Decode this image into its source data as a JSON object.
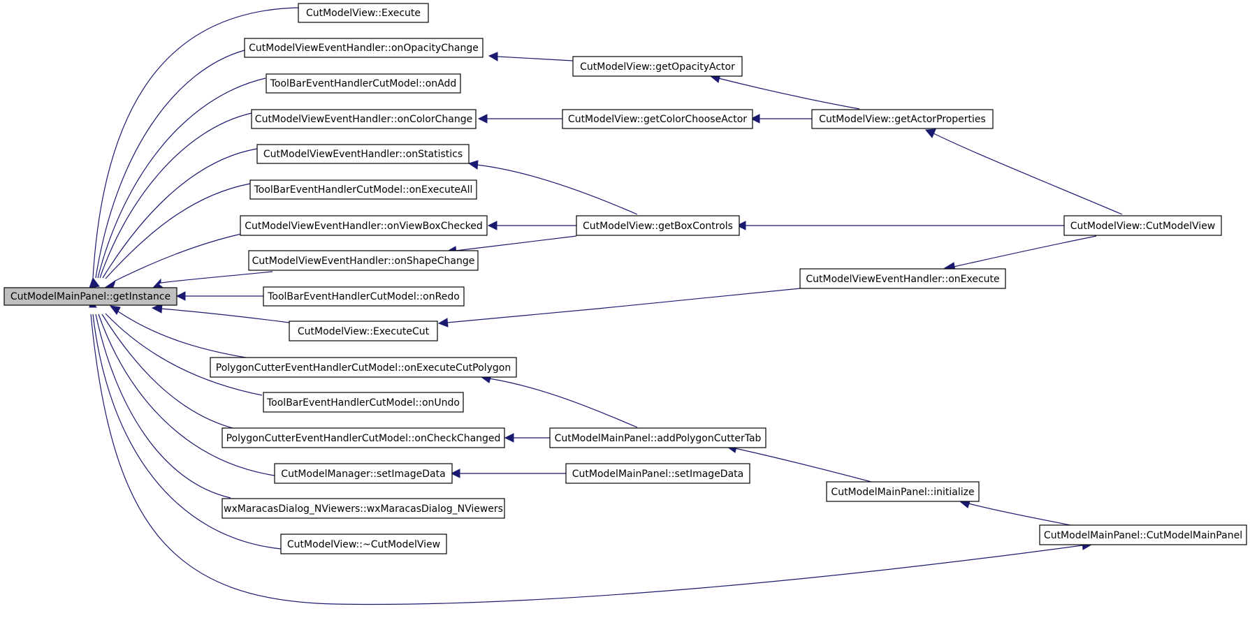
{
  "graph": {
    "colors": {
      "edge": "#191970",
      "root_fill": "#bfbfbf",
      "node_fill": "#ffffff",
      "node_stroke": "#000000"
    },
    "nodes": {
      "root": "CutModelMainPanel::getInstance",
      "execute": "CutModelView::Execute",
      "onOpacityChange": "CutModelViewEventHandler::onOpacityChange",
      "onAdd": "ToolBarEventHandlerCutModel::onAdd",
      "onColorChange": "CutModelViewEventHandler::onColorChange",
      "onStatistics": "CutModelViewEventHandler::onStatistics",
      "onExecuteAll": "ToolBarEventHandlerCutModel::onExecuteAll",
      "onViewBoxChecked": "CutModelViewEventHandler::onViewBoxChecked",
      "onShapeChange": "CutModelViewEventHandler::onShapeChange",
      "onRedo": "ToolBarEventHandlerCutModel::onRedo",
      "executeCut": "CutModelView::ExecuteCut",
      "onExecuteCutPolygon": "PolygonCutterEventHandlerCutModel::onExecuteCutPolygon",
      "onUndo": "ToolBarEventHandlerCutModel::onUndo",
      "onCheckChanged": "PolygonCutterEventHandlerCutModel::onCheckChanged",
      "mgrSetImageData": "CutModelManager::setImageData",
      "wxMaracas": "wxMaracasDialog_NViewers::wxMaracasDialog_NViewers",
      "destructor": "CutModelView::~CutModelView",
      "getOpacityActor": "CutModelView::getOpacityActor",
      "getColorChooseActor": "CutModelView::getColorChooseActor",
      "getBoxControls": "CutModelView::getBoxControls",
      "addPolygonCutterTab": "CutModelMainPanel::addPolygonCutterTab",
      "panelSetImageData": "CutModelMainPanel::setImageData",
      "getActorProperties": "CutModelView::getActorProperties",
      "onExecute": "CutModelViewEventHandler::onExecute",
      "initialize": "CutModelMainPanel::initialize",
      "cutModelView": "CutModelView::CutModelView",
      "cutModelMainPanel": "CutModelMainPanel::CutModelMainPanel"
    },
    "edges": [
      [
        "execute",
        "root"
      ],
      [
        "onOpacityChange",
        "root"
      ],
      [
        "onAdd",
        "root"
      ],
      [
        "onColorChange",
        "root"
      ],
      [
        "onStatistics",
        "root"
      ],
      [
        "onExecuteAll",
        "root"
      ],
      [
        "onViewBoxChecked",
        "root"
      ],
      [
        "onShapeChange",
        "root"
      ],
      [
        "onRedo",
        "root"
      ],
      [
        "executeCut",
        "root"
      ],
      [
        "onExecuteCutPolygon",
        "root"
      ],
      [
        "onUndo",
        "root"
      ],
      [
        "onCheckChanged",
        "root"
      ],
      [
        "mgrSetImageData",
        "root"
      ],
      [
        "wxMaracas",
        "root"
      ],
      [
        "destructor",
        "root"
      ],
      [
        "cutModelMainPanel",
        "root"
      ],
      [
        "getOpacityActor",
        "onOpacityChange"
      ],
      [
        "getColorChooseActor",
        "onColorChange"
      ],
      [
        "getBoxControls",
        "onStatistics"
      ],
      [
        "getBoxControls",
        "onViewBoxChecked"
      ],
      [
        "getBoxControls",
        "onShapeChange"
      ],
      [
        "onExecute",
        "executeCut"
      ],
      [
        "addPolygonCutterTab",
        "onExecuteCutPolygon"
      ],
      [
        "addPolygonCutterTab",
        "onCheckChanged"
      ],
      [
        "panelSetImageData",
        "mgrSetImageData"
      ],
      [
        "getActorProperties",
        "getOpacityActor"
      ],
      [
        "getActorProperties",
        "getColorChooseActor"
      ],
      [
        "cutModelView",
        "getActorProperties"
      ],
      [
        "cutModelView",
        "getBoxControls"
      ],
      [
        "cutModelView",
        "onExecute"
      ],
      [
        "initialize",
        "addPolygonCutterTab"
      ],
      [
        "cutModelMainPanel",
        "initialize"
      ]
    ]
  }
}
